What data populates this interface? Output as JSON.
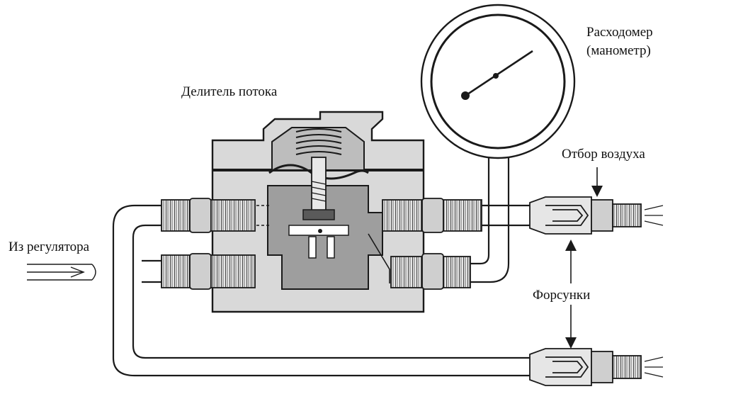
{
  "labels": {
    "flow_meter_line1": "Расходомер",
    "flow_meter_line2": "(манометр)",
    "flow_divider": "Делитель потока",
    "air_bleed": "Отбор воздуха",
    "from_regulator": "Из регулятора",
    "nozzles": "Форсунки"
  },
  "colors": {
    "line": "#1a1a1a",
    "body_fill": "#d9d9d9",
    "cavity_fill": "#9e9e9e",
    "dark_fill": "#5a5a5a",
    "background": "#ffffff"
  }
}
